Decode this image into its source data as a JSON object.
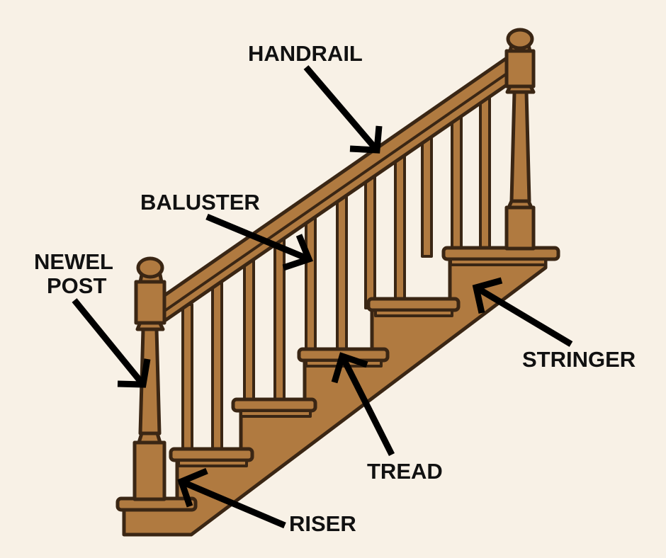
{
  "diagram": {
    "subject": "Staircase anatomy",
    "colors": {
      "background": "#f8f1e6",
      "wood": "#b07a40",
      "outline": "#3a2614",
      "label": "#111111"
    },
    "labels": {
      "handrail": "HANDRAIL",
      "baluster": "BALUSTER",
      "newel_line1": "NEWEL",
      "newel_line2": "POST",
      "stringer": "STRINGER",
      "tread": "TREAD",
      "riser": "RISER"
    }
  }
}
